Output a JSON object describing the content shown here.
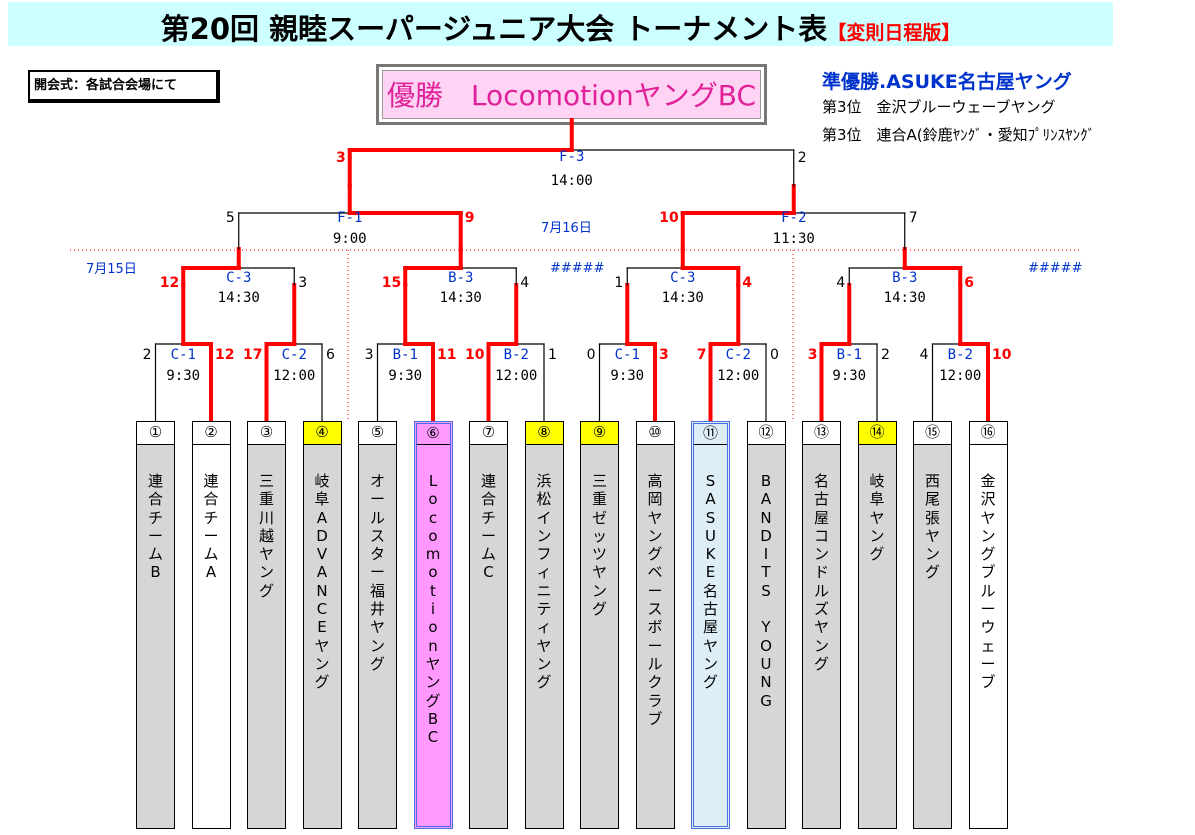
{
  "header": {
    "title_main": "第20回 親睦スーパージュニア大会 トーナメント表",
    "title_sub": "【変則日程版】",
    "opening_note": "開会式：各試合会場にて"
  },
  "results": {
    "champion": "優勝　LocomotionヤングBC",
    "runner_up": "準優勝.ASUKE名古屋ヤング",
    "third_1": "第3位　金沢ブルーウェーブヤング",
    "third_2": "第3位　連合A(鈴鹿ﾔﾝｸﾞ・愛知ﾌﾟﾘﾝｽﾔﾝｸﾞ"
  },
  "dates": {
    "day1": "7月15日",
    "day2": "7月16日",
    "hash_a": "#####",
    "hash_b": "#####"
  },
  "matches": {
    "r1": [
      {
        "id": "C-1",
        "time": "9:30",
        "ls": "2",
        "rs": "12",
        "winner": "right"
      },
      {
        "id": "C-2",
        "time": "12:00",
        "ls": "17",
        "rs": "6",
        "winner": "left"
      },
      {
        "id": "B-1",
        "time": "9:30",
        "ls": "3",
        "rs": "11",
        "winner": "right"
      },
      {
        "id": "B-2",
        "time": "12:00",
        "ls": "10",
        "rs": "1",
        "winner": "left"
      },
      {
        "id": "C-1",
        "time": "9:30",
        "ls": "0",
        "rs": "3",
        "winner": "right"
      },
      {
        "id": "C-2",
        "time": "12:00",
        "ls": "7",
        "rs": "0",
        "winner": "left"
      },
      {
        "id": "B-1",
        "time": "9:30",
        "ls": "3",
        "rs": "2",
        "winner": "left"
      },
      {
        "id": "B-2",
        "time": "12:00",
        "ls": "4",
        "rs": "10",
        "winner": "right"
      }
    ],
    "r2": [
      {
        "id": "C-3",
        "time": "14:30",
        "ls": "12",
        "rs": "3",
        "winner": "left"
      },
      {
        "id": "B-3",
        "time": "14:30",
        "ls": "15",
        "rs": "4",
        "winner": "left"
      },
      {
        "id": "C-3",
        "time": "14:30",
        "ls": "1",
        "rs": "4",
        "winner": "right"
      },
      {
        "id": "B-3",
        "time": "14:30",
        "ls": "4",
        "rs": "6",
        "winner": "right"
      }
    ],
    "r3": [
      {
        "id": "F-1",
        "time": "9:00",
        "ls": "5",
        "rs": "9",
        "winner": "right"
      },
      {
        "id": "F-2",
        "time": "11:30",
        "ls": "10",
        "rs": "7",
        "winner": "left"
      }
    ],
    "final": {
      "id": "F-3",
      "time": "14:00",
      "ls": "3",
      "rs": "2",
      "winner": "left"
    }
  },
  "teams": [
    {
      "num": "①",
      "name": "連合チームB",
      "bg": "#D6D6D6",
      "num_bg": "#FFFFFF"
    },
    {
      "num": "②",
      "name": "連合チームA",
      "bg": "#FFFFFF",
      "num_bg": "#FFFFFF"
    },
    {
      "num": "③",
      "name": "三重川越ヤング",
      "bg": "#D6D6D6",
      "num_bg": "#FFFFFF"
    },
    {
      "num": "④",
      "name": "岐阜ADVANCEヤング",
      "bg": "#D6D6D6",
      "num_bg": "#FFFF00"
    },
    {
      "num": "⑤",
      "name": "オールスター福井ヤング",
      "bg": "#D6D6D6",
      "num_bg": "#FFFFFF"
    },
    {
      "num": "⑥",
      "name": "LocomotionヤングBC",
      "bg": "#FF99FF",
      "num_bg": "#FF99FF"
    },
    {
      "num": "⑦",
      "name": "連合チームC",
      "bg": "#D6D6D6",
      "num_bg": "#FFFFFF"
    },
    {
      "num": "⑧",
      "name": "浜松インフィニティヤング",
      "bg": "#D6D6D6",
      "num_bg": "#FFFF00"
    },
    {
      "num": "⑨",
      "name": "三重ゼッツヤング",
      "bg": "#D6D6D6",
      "num_bg": "#FFFF00"
    },
    {
      "num": "⑩",
      "name": "高岡ヤングベースボールクラブ",
      "bg": "#D6D6D6",
      "num_bg": "#FFFFFF"
    },
    {
      "num": "⑪",
      "name": "SASUKE名古屋ヤング",
      "bg": "#DDEEF7",
      "num_bg": "#DDEEF7"
    },
    {
      "num": "⑫",
      "name": "BANDITS　YOUNG",
      "bg": "#D6D6D6",
      "num_bg": "#FFFFFF"
    },
    {
      "num": "⑬",
      "name": "名古屋コンドルズヤング",
      "bg": "#D6D6D6",
      "num_bg": "#FFFFFF"
    },
    {
      "num": "⑭",
      "name": "岐阜ヤング",
      "bg": "#D6D6D6",
      "num_bg": "#FFFF00"
    },
    {
      "num": "⑮",
      "name": "西尾張ヤング",
      "bg": "#D6D6D6",
      "num_bg": "#FFFFFF"
    },
    {
      "num": "⑯",
      "name": "金沢ヤングブルーウェーブ",
      "bg": "#FFFFFF",
      "num_bg": "#FFFFFF"
    }
  ],
  "colors": {
    "win_line": "#FF0000",
    "loss_line": "#000000",
    "match_id": "#0033CC",
    "title_bg": "#CCFFFF",
    "accent_blue": "#0033CC"
  }
}
